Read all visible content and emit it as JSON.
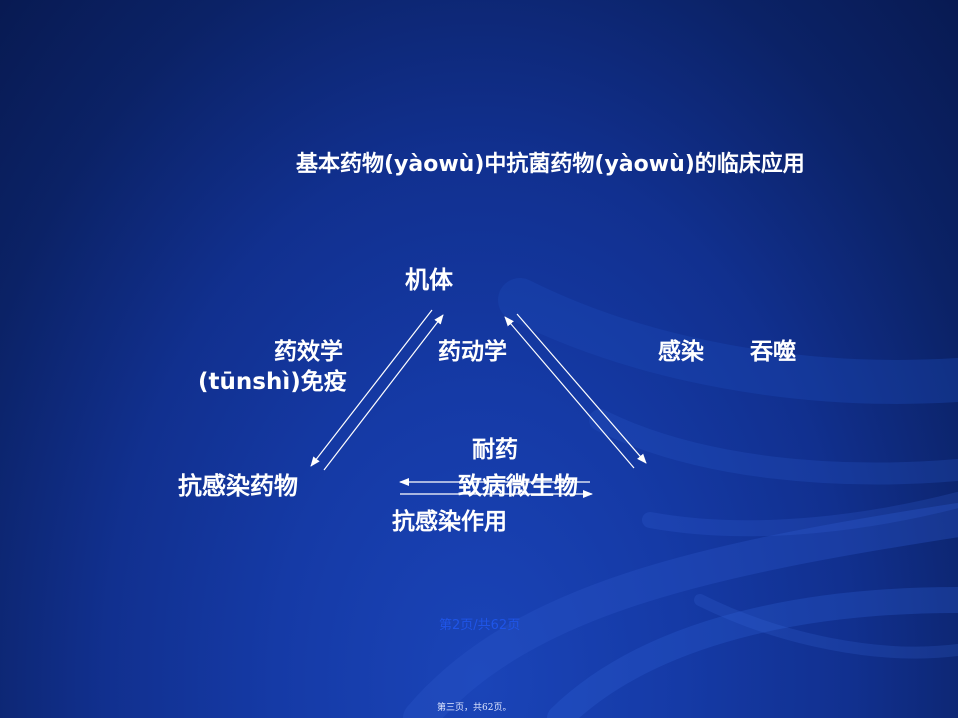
{
  "slide": {
    "title": "基本药物(yàowù)中抗菌药物(yàowù)的临床应用"
  },
  "diagram": {
    "nodes": {
      "top": "机体",
      "left": "抗感染药物",
      "right": "致病微生物"
    },
    "labels": {
      "pharmacodynamics": "药效学",
      "immunity": "(tūnshì)免疫",
      "pharmacokinetics": "药动学",
      "infection": "感染",
      "phagocytosis": "吞噬",
      "resistance": "耐药",
      "anti_infective_action": "抗感染作用"
    }
  },
  "footer": {
    "page_indicator": "第2页/共62页",
    "page_text": "第三页，共62页。"
  },
  "colors": {
    "text": "#ffffff",
    "arrow": "#ffffff",
    "page_indicator": "#1f55e8"
  }
}
